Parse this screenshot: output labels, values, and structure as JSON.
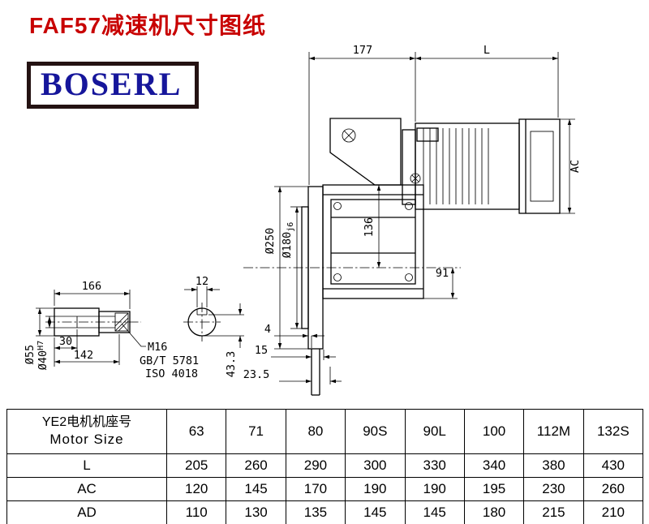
{
  "header": {
    "title": "FAF57减速机尺寸图纸",
    "brand": "BOSERL"
  },
  "drawing": {
    "dims": {
      "width_177": "177",
      "motor_length_label": "L",
      "motor_dia_label": "AC",
      "flange_dia": "Ø250",
      "spigot_dia": "Ø180",
      "spigot_fit": "j6",
      "center_height": "136",
      "shaft_bottom": "91",
      "plate_step": "4",
      "plate_offset": "15",
      "foot_width": "23.5",
      "shaft_length": "166",
      "key_width": "12",
      "sleeve_dia": "Ø55",
      "bore_dia": "Ø40",
      "bore_fit": "H7",
      "bore_depth": "30",
      "shaft_section": "142",
      "key_height": "43.3",
      "thread": "M16",
      "bolt_standard": "GB/T 5781",
      "iso_standard": "ISO 4018"
    }
  },
  "table": {
    "header": {
      "line1": "YE2电机机座号",
      "line2": "Motor Size"
    },
    "sizes": [
      "63",
      "71",
      "80",
      "90S",
      "90L",
      "100",
      "112M",
      "132S"
    ],
    "rows": [
      {
        "label": "L",
        "values": [
          "205",
          "260",
          "290",
          "300",
          "330",
          "340",
          "380",
          "430"
        ]
      },
      {
        "label": "AC",
        "values": [
          "120",
          "145",
          "170",
          "190",
          "190",
          "195",
          "230",
          "260"
        ]
      },
      {
        "label": "AD",
        "values": [
          "110",
          "130",
          "135",
          "145",
          "145",
          "180",
          "215",
          "210"
        ]
      }
    ]
  }
}
